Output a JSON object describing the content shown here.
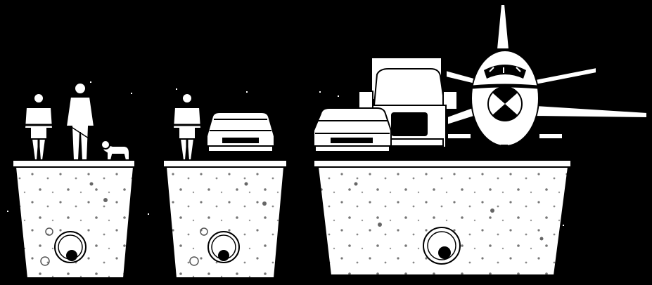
{
  "palette": {
    "background": "#000000",
    "fill": "#ffffff",
    "stroke": "#000000"
  },
  "panels": [
    {
      "id": "pedestrians",
      "loads": [
        "cyclist-figure",
        "walking-person-figure",
        "dog-figure"
      ]
    },
    {
      "id": "cyclist-and-car",
      "loads": [
        "cyclist-figure",
        "car-figure"
      ]
    },
    {
      "id": "heavy-traffic",
      "loads": [
        "car-figure",
        "truck-figure",
        "airplane-figure"
      ]
    }
  ]
}
